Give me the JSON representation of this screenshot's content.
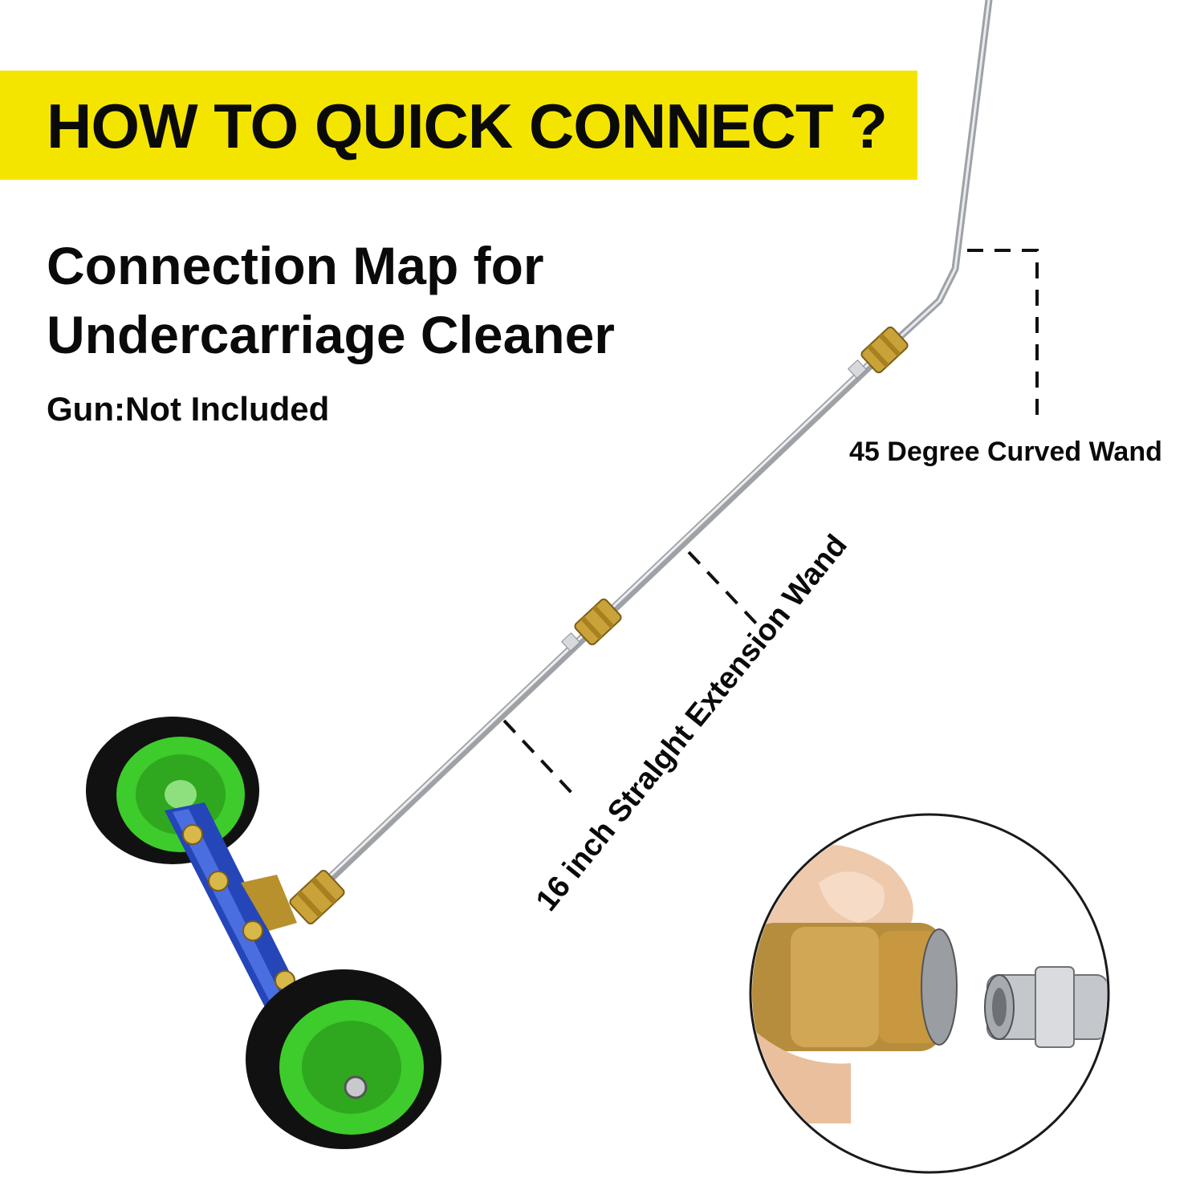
{
  "banner": {
    "text": "HOW TO QUICK CONNECT ?"
  },
  "title": {
    "line1": "Connection Map for",
    "line2": "Undercarriage Cleaner"
  },
  "subtitle": "Gun:Not Included",
  "labels": {
    "curved_wand": "45 Degree Curved Wand",
    "straight_wand": "16 inch Stralght Extension Wand"
  },
  "icons": [
    "undercarriage-cleaner-icon",
    "wheel-icon",
    "quick-connect-coupler-icon",
    "wand-icon"
  ],
  "colors": {
    "banner": "#f4e500",
    "text": "#0a0a0a",
    "wheel_hub": "#3ecb2c",
    "wheel_tire": "#111111",
    "bar": "#2446b8",
    "brass": "#c9a23a",
    "steel": "#bfc2c6"
  }
}
